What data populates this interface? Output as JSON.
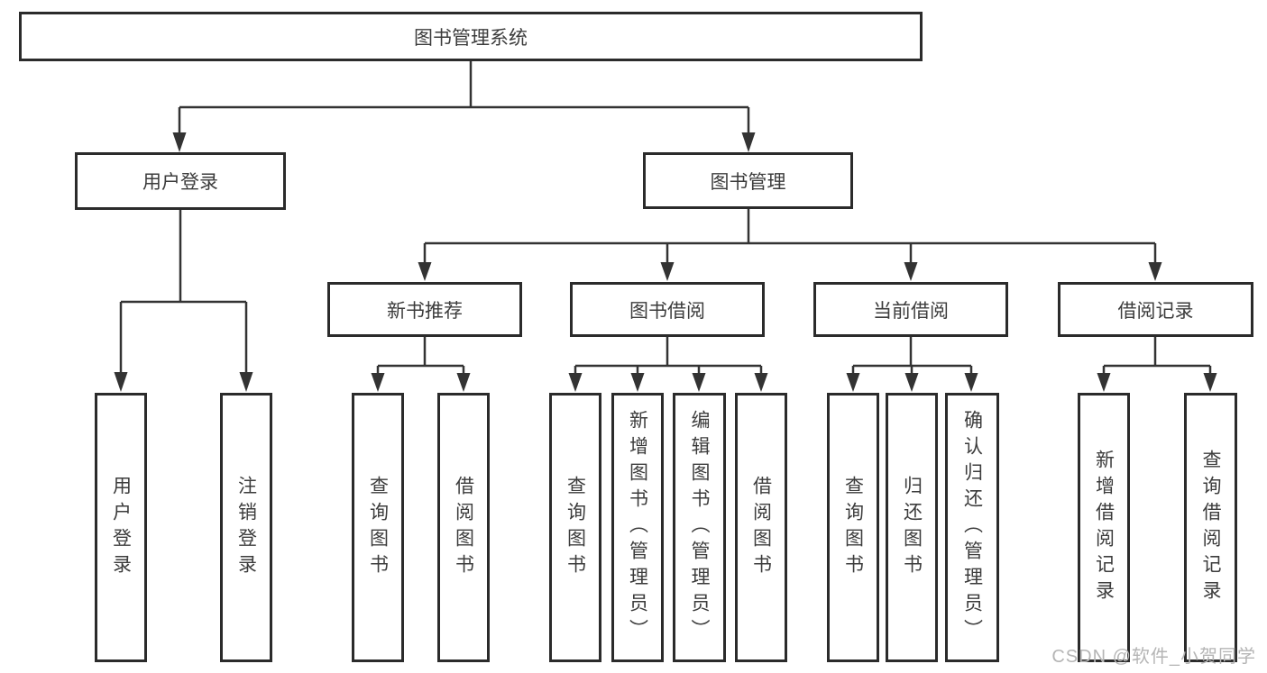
{
  "diagram": {
    "tree": {
      "label": "图书管理系统",
      "children": [
        {
          "label": "用户登录",
          "children": [
            {
              "label": "用户登录"
            },
            {
              "label": "注销登录"
            }
          ]
        },
        {
          "label": "图书管理",
          "children": [
            {
              "label": "新书推荐",
              "children": [
                {
                  "label": "查询图书"
                },
                {
                  "label": "借阅图书"
                }
              ]
            },
            {
              "label": "图书借阅",
              "children": [
                {
                  "label": "查询图书"
                },
                {
                  "label": "新增图书（管理员）"
                },
                {
                  "label": "编辑图书（管理员）"
                },
                {
                  "label": "借阅图书"
                }
              ]
            },
            {
              "label": "当前借阅",
              "children": [
                {
                  "label": "查询图书"
                },
                {
                  "label": "归还图书"
                },
                {
                  "label": "确认归还（管理员）"
                }
              ]
            },
            {
              "label": "借阅记录",
              "children": [
                {
                  "label": "新增借阅记录"
                },
                {
                  "label": "查询借阅记录"
                }
              ]
            }
          ]
        }
      ]
    },
    "colors": {
      "line": "#333333",
      "box_border": "#2b2b2b",
      "text": "#3c3c3c",
      "background": "#ffffff",
      "watermark": "#b5b5b5"
    }
  },
  "watermark": {
    "text": "CSDN @软件_小贺同学"
  }
}
